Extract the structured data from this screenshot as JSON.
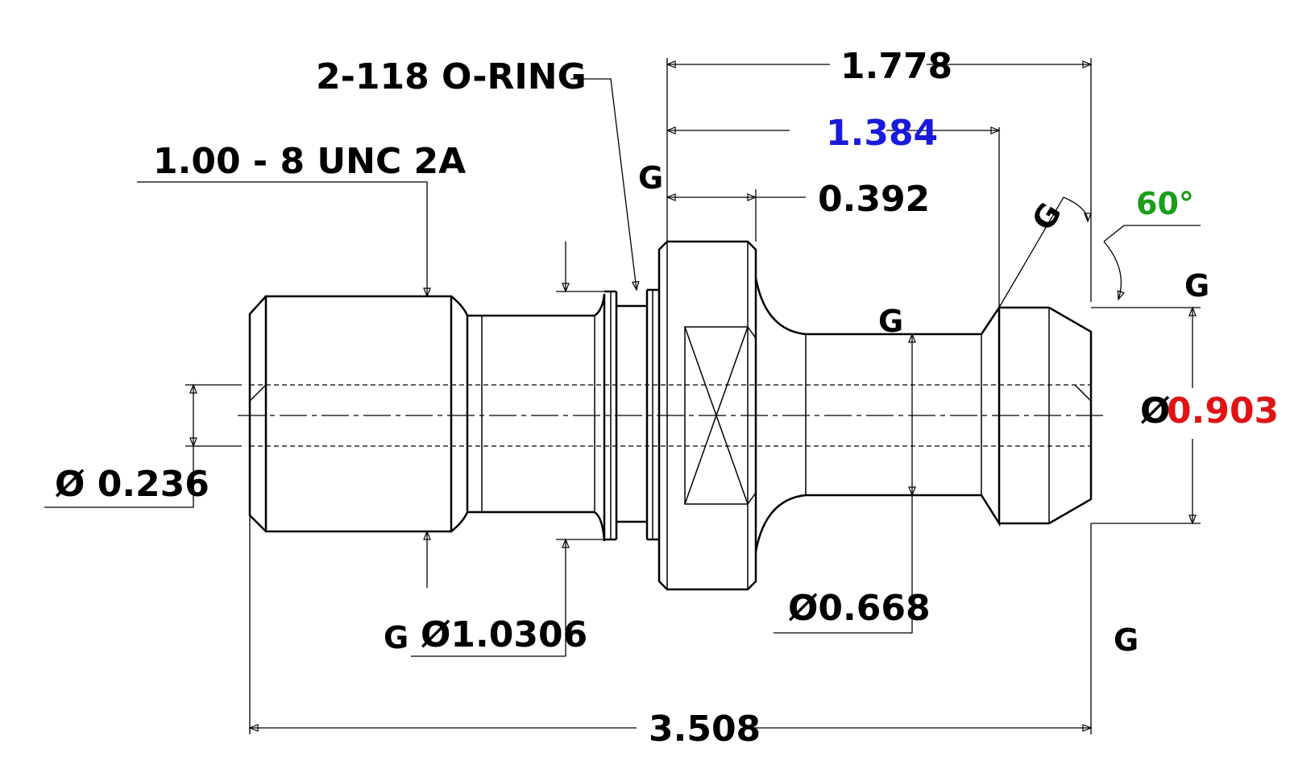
{
  "drawing": {
    "labels": {
      "oring": "2-118 O-RING",
      "thread": "1.00 - 8 UNC 2A",
      "overall_length": "3.508",
      "len_1778": "1.778",
      "len_1384": "1.384",
      "len_0392": "0.392",
      "angle": "60°",
      "dia_symbol": "Ø",
      "dia_0903": "0.903",
      "dia_0236": "Ø 0.236",
      "dia_10306": "Ø1.0306",
      "dia_0668": "Ø0.668",
      "finish_mark": "G"
    },
    "colors": {
      "len_1384": "#1a1adb",
      "angle": "#1a9e1a",
      "dia_0903": "#e01414",
      "default": "#000000"
    }
  }
}
